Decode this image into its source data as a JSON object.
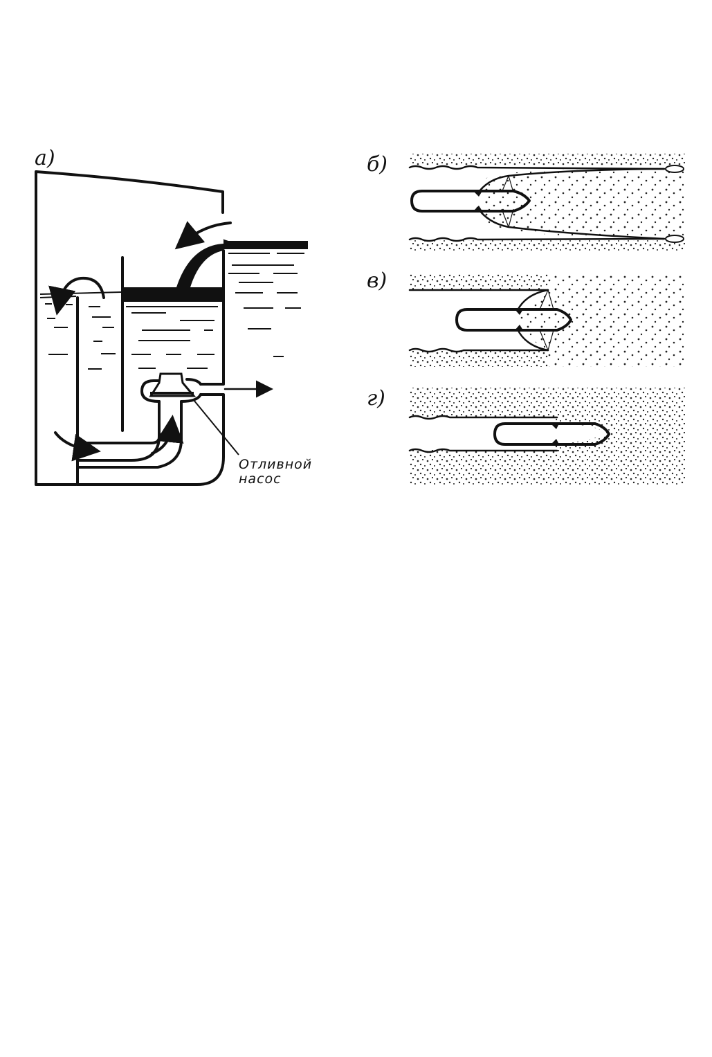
{
  "figure": {
    "panels": [
      {
        "label": "а)"
      },
      {
        "label": "б)"
      },
      {
        "label": "в)"
      },
      {
        "label": "г)"
      }
    ],
    "pump_caption_line1": "Отливной",
    "pump_caption_line2": "насос"
  }
}
